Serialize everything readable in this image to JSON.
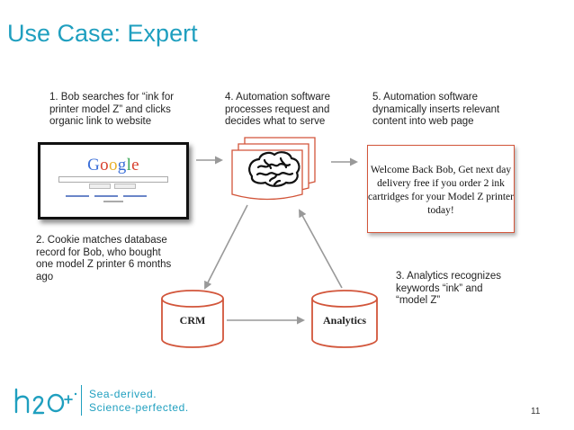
{
  "slide": {
    "title": "Use Case: Expert",
    "page_number": "11"
  },
  "steps": [
    "1. Bob searches for “ink for printer model Z” and clicks organic link to website",
    "4. Automation software processes request and decides what to serve",
    "5. Automation software dynamically inserts relevant content into web page",
    "2. Cookie matches database record for Bob, who bought one model Z printer 6 months ago",
    "3. Analytics recognizes keywords “ink” and “model Z”"
  ],
  "google": {
    "logo": "Google"
  },
  "welcome_message": "Welcome Back Bob, Get next day delivery free if you order 2 ink cartridges for your Model Z printer today!",
  "databases": {
    "crm": "CRM",
    "analytics": "Analytics"
  },
  "footer": {
    "logo_text": "h2o+",
    "tagline_line1": "Sea-derived.",
    "tagline_line2": "Science-perfected."
  },
  "colors": {
    "title": "#1f9fbf",
    "accent_red": "#d2553a",
    "arrow_gray": "#999999"
  }
}
